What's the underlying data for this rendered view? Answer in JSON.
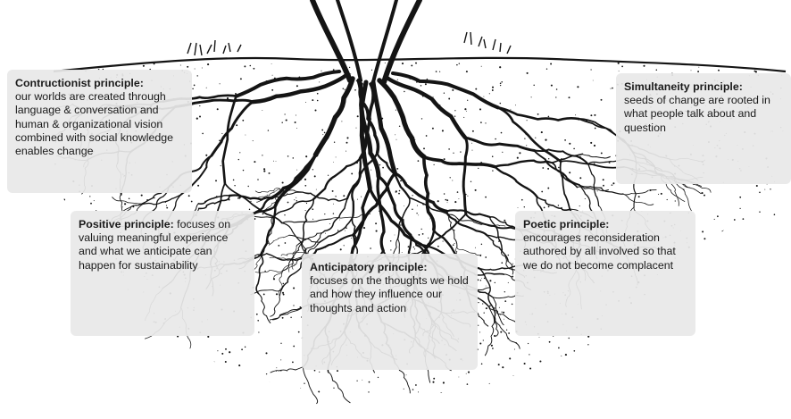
{
  "principles": {
    "constructionist": {
      "title": "Contructionist principle:",
      "text": "our worlds are created through language & conversation and human & organizational vision combined with social knowledge enables change"
    },
    "positive": {
      "title": "Positive principle:",
      "text": " focuses on valuing meaningful experience and what we anticipate can happen for sustainability"
    },
    "anticipatory": {
      "title": "Anticipatory principle:",
      "text": "focuses on the thoughts we hold and how they influence our thoughts and action"
    },
    "poetic": {
      "title": "Poetic principle:",
      "text": "encourages reconsideration authored by all involved so that we do not become complacent"
    },
    "simultaneity": {
      "title": "Simultaneity principle:",
      "text": "seeds of change are rooted in what people talk about and question"
    }
  },
  "colors": {
    "ink": "#141414",
    "box_fill": "#e8e8e8",
    "text": "#1a1a1a"
  },
  "illustration": {
    "subject": "tree-roots-drawing"
  }
}
